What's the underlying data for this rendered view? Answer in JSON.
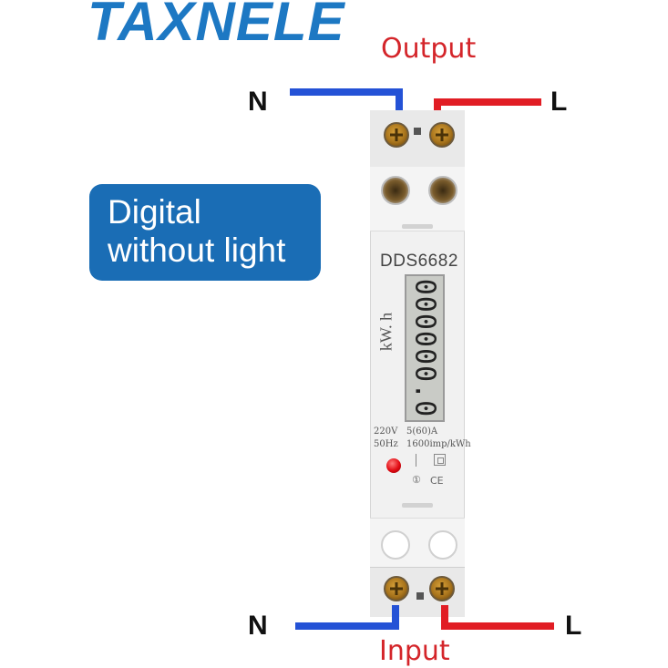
{
  "brand": {
    "logo_text": "TAXNELE"
  },
  "labels": {
    "output": "Output",
    "input": "Input",
    "n_top": "N",
    "l_top": "L",
    "n_bottom": "N",
    "l_bottom": "L"
  },
  "callout": {
    "line1": "Digital",
    "line2": "without light"
  },
  "meter": {
    "model": "DDS6682",
    "display_reading": "000000.0",
    "unit": "kW. h",
    "spec_voltage": "220V",
    "spec_current": "5(60)A",
    "spec_freq": "50Hz",
    "spec_constant": "1600imp/kWh",
    "symbol_ce": "CE",
    "symbol_class": "①"
  },
  "colors": {
    "brand_blue": "#1d78c3",
    "label_red": "#d4252a",
    "neutral_wire": "#2452d6",
    "live_wire": "#e11d24",
    "callout_bg": "#1a6db5"
  }
}
